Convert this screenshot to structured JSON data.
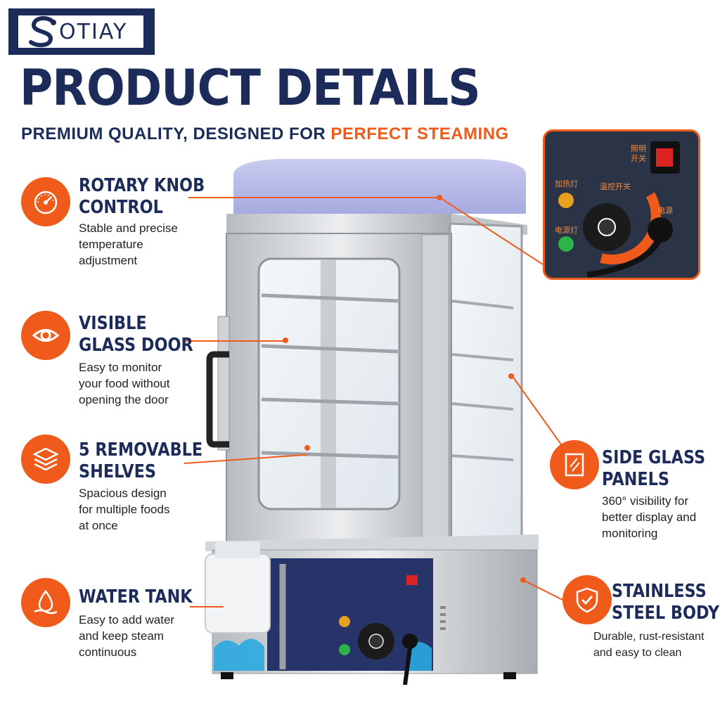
{
  "brand": {
    "logo_text": "OTIAY"
  },
  "header": {
    "title": "PRODUCT DETAILS",
    "subtitle_prefix": "PREMIUM QUALITY, DESIGNED FOR ",
    "subtitle_accent": "PERFECT STEAMING"
  },
  "features": [
    {
      "title_1": "ROTARY KNOB",
      "title_2": "CONTROL",
      "desc": "Stable and precise\ntemperature\nadjustment",
      "icon": "gauge-icon"
    },
    {
      "title_1": "VISIBLE",
      "title_2": "GLASS DOOR",
      "desc": "Easy to monitor\nyour food without\nopening the door",
      "icon": "eye-icon"
    },
    {
      "title_1": "5 REMOVABLE",
      "title_2": "SHELVES",
      "desc": "Spacious design\nfor multiple foods\nat once",
      "icon": "layers-icon"
    },
    {
      "title_1": "WATER TANK",
      "title_2": "",
      "desc": "Easy to add water\nand keep steam\ncontinuous",
      "icon": "water-drop-icon"
    },
    {
      "title_1": "SIDE GLASS",
      "title_2": "PANELS",
      "desc": "360° visibility for\nbetter display and\nmonitoring",
      "icon": "glass-panel-icon"
    },
    {
      "title_1": "STAINLESS",
      "title_2": "STEEL BODY",
      "desc": "Durable, rust-resistant\nand easy to clean",
      "icon": "shield-check-icon"
    }
  ],
  "panel_labels": {
    "light_switch_1": "照明",
    "light_switch_2": "开关",
    "heat_lamp": "加热灯",
    "temp_switch": "温控开关",
    "power_lamp": "电源灯",
    "power": "电源"
  },
  "colors": {
    "navy": "#1c2b5a",
    "accent": "#f05a1a",
    "steel": "#d9dcdf"
  }
}
